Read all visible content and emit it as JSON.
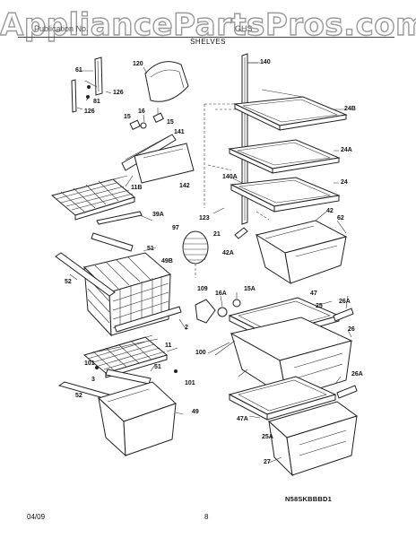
{
  "watermark": "AppliancePartsPros.com",
  "header": {
    "left": "Publication No.",
    "right": "GHS",
    "section": "SHELVES"
  },
  "callouts": [
    "61",
    "126",
    "81",
    "126",
    "120",
    "140",
    "16",
    "15",
    "15",
    "141",
    "24B",
    "142",
    "24A",
    "11B",
    "140A",
    "24",
    "39A",
    "123",
    "42",
    "62",
    "97",
    "21",
    "51",
    "42A",
    "49B",
    "52",
    "109",
    "16A",
    "15A",
    "47",
    "25",
    "26A",
    "2",
    "26",
    "100",
    "11",
    "101",
    "51",
    "101",
    "3",
    "52",
    "49",
    "26A",
    "47A",
    "25A",
    "27"
  ],
  "model_code": "N58SKBBBD1",
  "footer": {
    "date": "04/09",
    "page": "8"
  }
}
